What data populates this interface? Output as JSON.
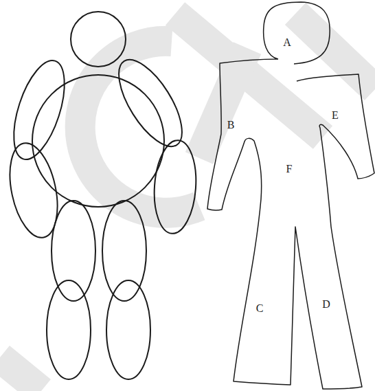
{
  "diagram": {
    "labels": [
      "A",
      "B",
      "E",
      "F",
      "C",
      "D"
    ]
  }
}
